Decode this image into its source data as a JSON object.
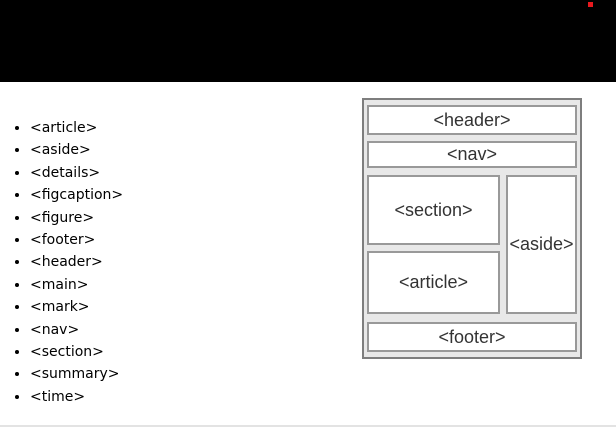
{
  "banner": {
    "background": "#000000",
    "indicator_color": "#e8191e"
  },
  "list": {
    "items": [
      "<article>",
      "<aside>",
      "<details>",
      "<figcaption>",
      "<figure>",
      "<footer>",
      "<header>",
      "<main>",
      "<mark>",
      "<nav>",
      "<section>",
      "<summary>",
      "<time>"
    ]
  },
  "diagram": {
    "boxes": {
      "header": "<header>",
      "nav": "<nav>",
      "section": "<section>",
      "article": "<article>",
      "aside": "<aside>",
      "footer": "<footer>"
    },
    "colors": {
      "outer_border": "#7e7e7e",
      "outer_background": "#e8e8e8",
      "box_border": "#999999",
      "box_background": "#ffffff",
      "label_color": "#333333"
    }
  }
}
